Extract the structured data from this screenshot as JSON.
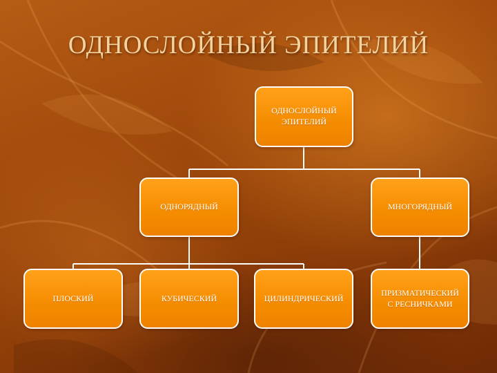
{
  "slide": {
    "title": "ОДНОСЛОЙНЫЙ ЭПИТЕЛИЙ",
    "colors": {
      "background": "#9a4709",
      "node_fill": "#f58c00",
      "node_border": "#ffffff",
      "title_text": "#f3d3a0",
      "node_text": "#ffffff"
    }
  },
  "diagram": {
    "root": {
      "label": "ОДНОСЛОЙНЫЙ\nЭПИТЕЛИЙ"
    },
    "level2": [
      {
        "label": "ОДНОРЯДНЫЙ"
      },
      {
        "label": "МНОГОРЯДНЫЙ"
      }
    ],
    "level3": [
      {
        "label": "ПЛОСКИЙ"
      },
      {
        "label": "КУБИЧЕСКИЙ"
      },
      {
        "label": "ЦИЛИНДРИЧЕСКИЙ"
      },
      {
        "label": "ПРИЗМАТИЧЕСКИЙ\nС РЕСНИЧКАМИ"
      }
    ]
  }
}
